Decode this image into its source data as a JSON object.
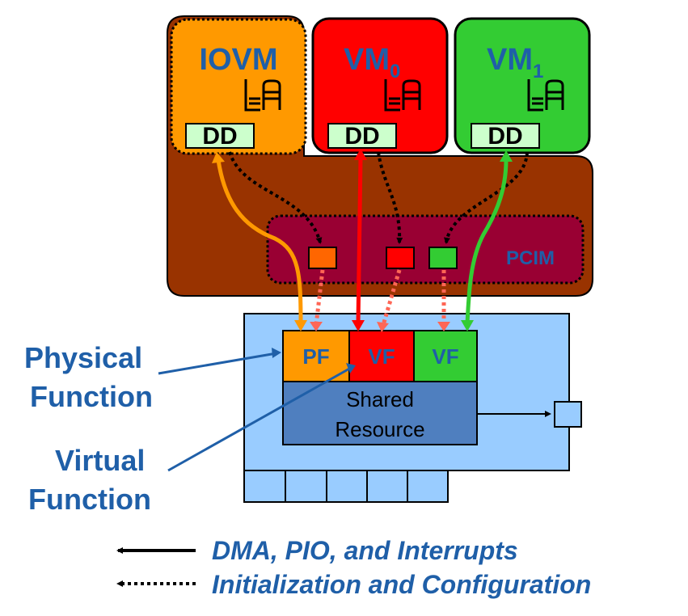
{
  "vms": [
    {
      "name": "IOVM",
      "subscript": "",
      "driver": "DD",
      "color": "#ff9900"
    },
    {
      "name": "VM",
      "subscript": "0",
      "driver": "DD",
      "color": "#ff0000"
    },
    {
      "name": "VM",
      "subscript": "1",
      "driver": "DD",
      "color": "#33cc33"
    }
  ],
  "pcim_label": "PCIM",
  "functions": {
    "pf": "PF",
    "vf0": "VF",
    "vf1": "VF"
  },
  "shared_resource": [
    "Shared",
    "Resource"
  ],
  "callouts": {
    "physical": [
      "Physical",
      "Function"
    ],
    "virtual": [
      "Virtual",
      "Function"
    ]
  },
  "legend": {
    "solid": "DMA, PIO, and Interrupts",
    "dotted": "Initialization and Configuration"
  },
  "colors": {
    "hypervisor": "#993300",
    "pcim": "#990033",
    "card": "#99ccff",
    "shared": "#4f7fbf",
    "dd_box": "#ccffcc",
    "text_blue": "#1f5fa8",
    "dotted_link": "#ff6655"
  }
}
